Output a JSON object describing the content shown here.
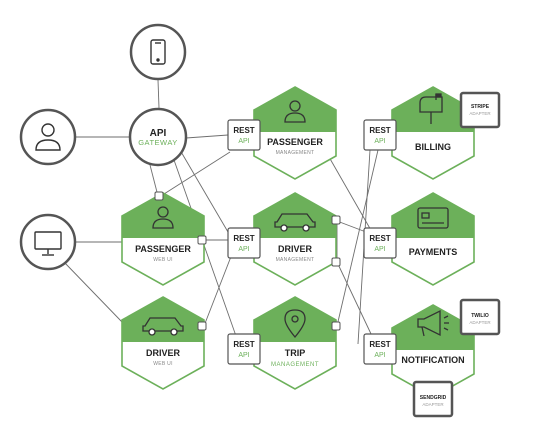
{
  "gateway": {
    "title": "API",
    "subtitle": "GATEWAY"
  },
  "rest": {
    "title": "REST",
    "subtitle": "API"
  },
  "services": {
    "passenger_mgmt": {
      "title": "PASSENGER",
      "subtitle": "MANAGEMENT"
    },
    "passenger_web": {
      "title": "PASSENGER",
      "subtitle": "WEB UI"
    },
    "driver_mgmt": {
      "title": "DRIVER",
      "subtitle": "MANAGEMENT"
    },
    "driver_web": {
      "title": "DRIVER",
      "subtitle": "WEB UI"
    },
    "trip_mgmt": {
      "title": "TRIP",
      "subtitle": "MANAGEMENT"
    },
    "billing": {
      "title": "BILLING"
    },
    "payments": {
      "title": "PAYMENTS"
    },
    "notification": {
      "title": "NOTIFICATION"
    }
  },
  "external": {
    "stripe": {
      "title": "STRIPE",
      "subtitle": "ADAPTER"
    },
    "twilio": {
      "title": "TWILIO",
      "subtitle": "ADAPTER"
    },
    "sendgrid": {
      "title": "SENDGRID",
      "subtitle": "ADAPTER"
    }
  },
  "colors": {
    "accent": "#6cb05a",
    "line": "#6e6e6e",
    "dark": "#555555"
  }
}
